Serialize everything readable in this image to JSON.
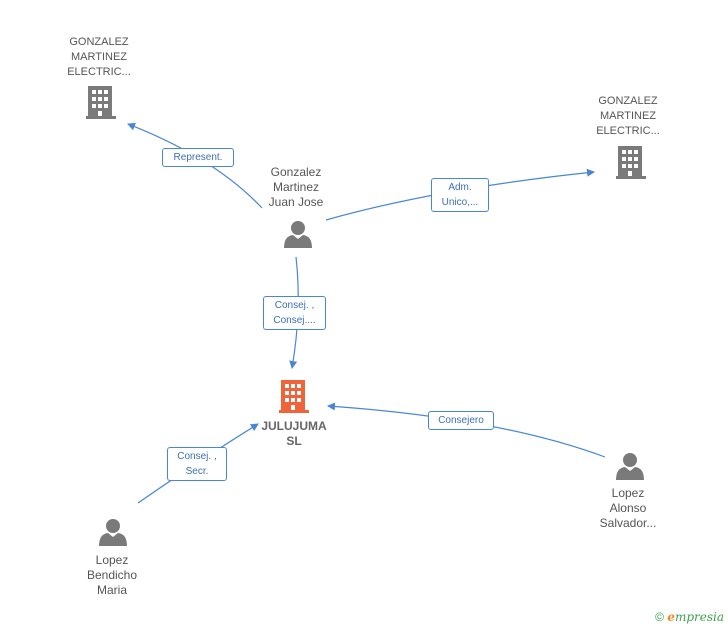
{
  "nodes": {
    "company_top_left": {
      "lines": [
        "GONZALEZ",
        "MARTINEZ",
        "ELECTRIC..."
      ],
      "icon": "building-icon",
      "color": "#7a7a7a"
    },
    "company_top_right": {
      "lines": [
        "GONZALEZ",
        "MARTINEZ",
        "ELECTRIC..."
      ],
      "icon": "building-icon",
      "color": "#7a7a7a"
    },
    "person_center": {
      "lines": [
        "Gonzalez",
        "Martinez",
        "Juan Jose"
      ],
      "icon": "person-icon",
      "color": "#7a7a7a"
    },
    "company_center": {
      "lines": [
        "JULUJUMA",
        "SL"
      ],
      "icon": "building-icon",
      "color": "#f0643c"
    },
    "person_right": {
      "lines": [
        "Lopez",
        "Alonso",
        "Salvador..."
      ],
      "icon": "person-icon",
      "color": "#7a7a7a"
    },
    "person_bottom_left": {
      "lines": [
        "Lopez",
        "Bendicho",
        "Maria"
      ],
      "icon": "person-icon",
      "color": "#7a7a7a"
    }
  },
  "edges": {
    "represent": {
      "lines": [
        "Represent."
      ]
    },
    "adm": {
      "lines": [
        "Adm.",
        "Unico,..."
      ]
    },
    "consej_top": {
      "lines": [
        "Consej. ,",
        "Consej...."
      ]
    },
    "consejero": {
      "lines": [
        "Consejero"
      ]
    },
    "consej_secr": {
      "lines": [
        "Consej. ,",
        "Secr."
      ]
    }
  },
  "colors": {
    "edge": "#4a86d6",
    "node_gray": "#7a7a7a",
    "node_accent": "#f0643c"
  },
  "footer": {
    "copyright": "©",
    "brand_initial": "e",
    "brand_rest": "mpresia"
  }
}
